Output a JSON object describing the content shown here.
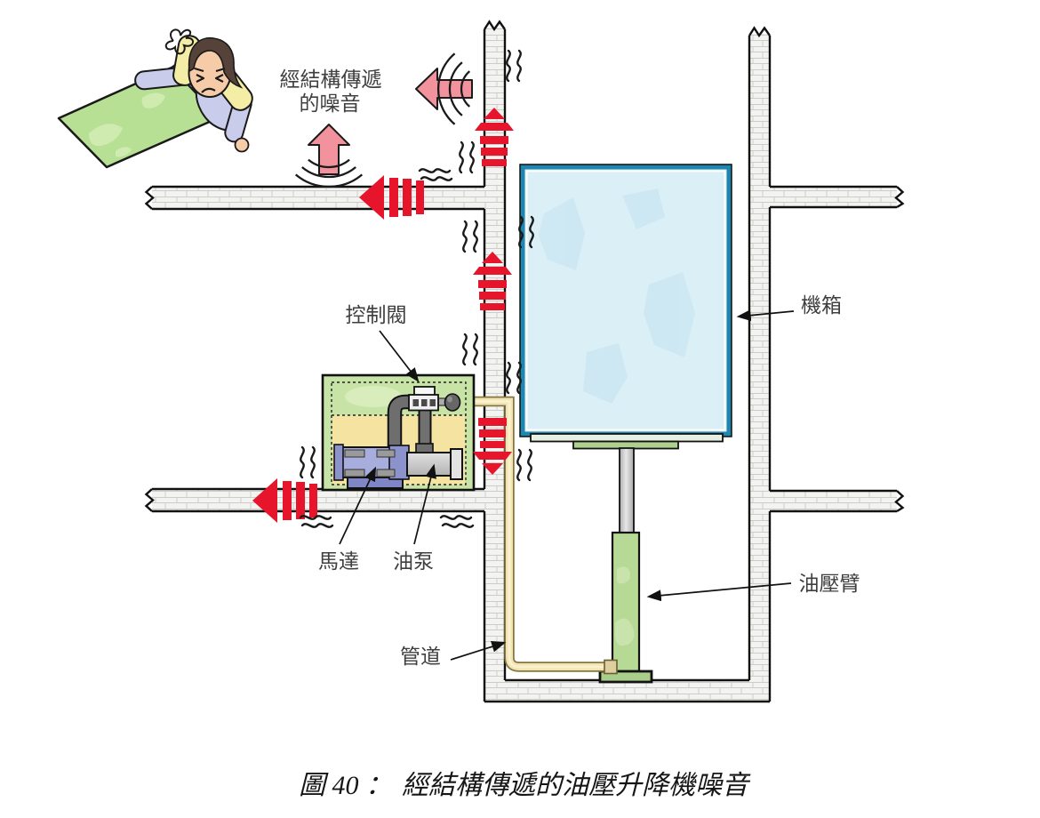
{
  "figure_caption": {
    "prefix": "圖 40 ：",
    "title": "經結構傳遞的油壓升降機噪音"
  },
  "annotations": {
    "structure_noise_line1": "經結構傳遞",
    "structure_noise_line2": "的噪音",
    "control_valve": "控制閥",
    "car": "機箱",
    "motor": "馬達",
    "oil_pump": "油泵",
    "hydraulic_arm": "油壓臂",
    "pipe": "管道"
  },
  "colors": {
    "noise_arrow_pink": "#F2929C",
    "vibration_arrow_red": "#E7152B",
    "car_fill": "#DBEFF7",
    "car_border": "#1F86AE",
    "machine_box_green": "#C8E3A6",
    "oil_tank_yellow": "#F5E3A2",
    "motor_purple": "#A7ADDD",
    "cylinder_green": "#B6D996",
    "pipe_cream": "#F2E5B5",
    "wall_fill": "#F3F3F1"
  }
}
